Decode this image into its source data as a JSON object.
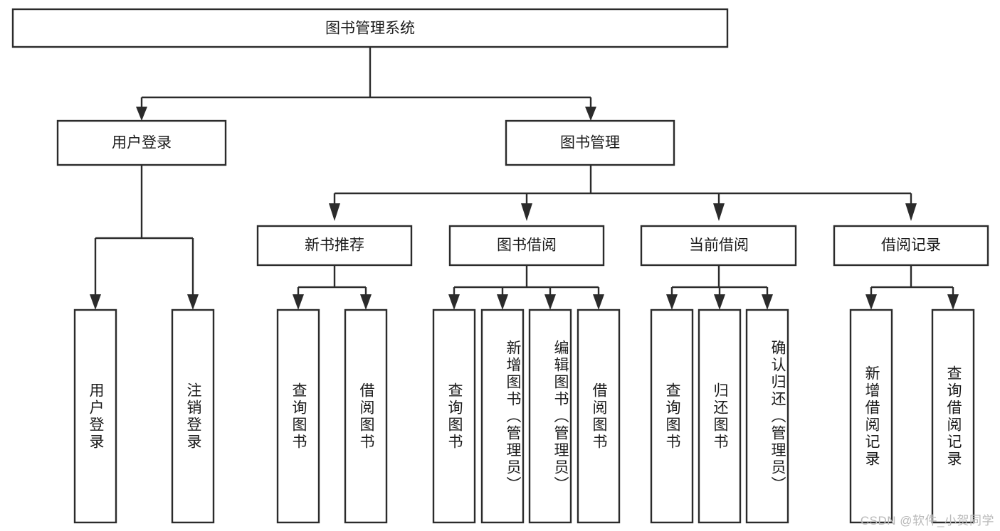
{
  "diagram": {
    "title": "图书管理系统",
    "type": "tree-hierarchy",
    "colors": {
      "stroke": "#2b2b2b",
      "fill": "#ffffff",
      "text": "#1b1b1b",
      "watermark": "#b9b9b9"
    },
    "root": {
      "label": "图书管理系统"
    },
    "level2": [
      {
        "label": "用户登录"
      },
      {
        "label": "图书管理"
      }
    ],
    "level3": [
      {
        "label": "新书推荐"
      },
      {
        "label": "图书借阅"
      },
      {
        "label": "当前借阅"
      },
      {
        "label": "借阅记录"
      }
    ],
    "leaves": {
      "user_login": [
        {
          "label": "用户登录"
        },
        {
          "label": "注销登录"
        }
      ],
      "new_book_recommend": [
        {
          "label": "查询图书"
        },
        {
          "label": "借阅图书"
        }
      ],
      "book_borrow": [
        {
          "label": "查询图书"
        },
        {
          "label": "新增图书（管理员）"
        },
        {
          "label": "编辑图书（管理员）"
        },
        {
          "label": "借阅图书"
        }
      ],
      "current_borrow": [
        {
          "label": "查询图书"
        },
        {
          "label": "归还图书"
        },
        {
          "label": "确认归还（管理员）"
        }
      ],
      "borrow_record": [
        {
          "label": "新增借阅记录"
        },
        {
          "label": "查询借阅记录"
        }
      ]
    },
    "watermark": "CSDN @软件_小贺同学"
  }
}
